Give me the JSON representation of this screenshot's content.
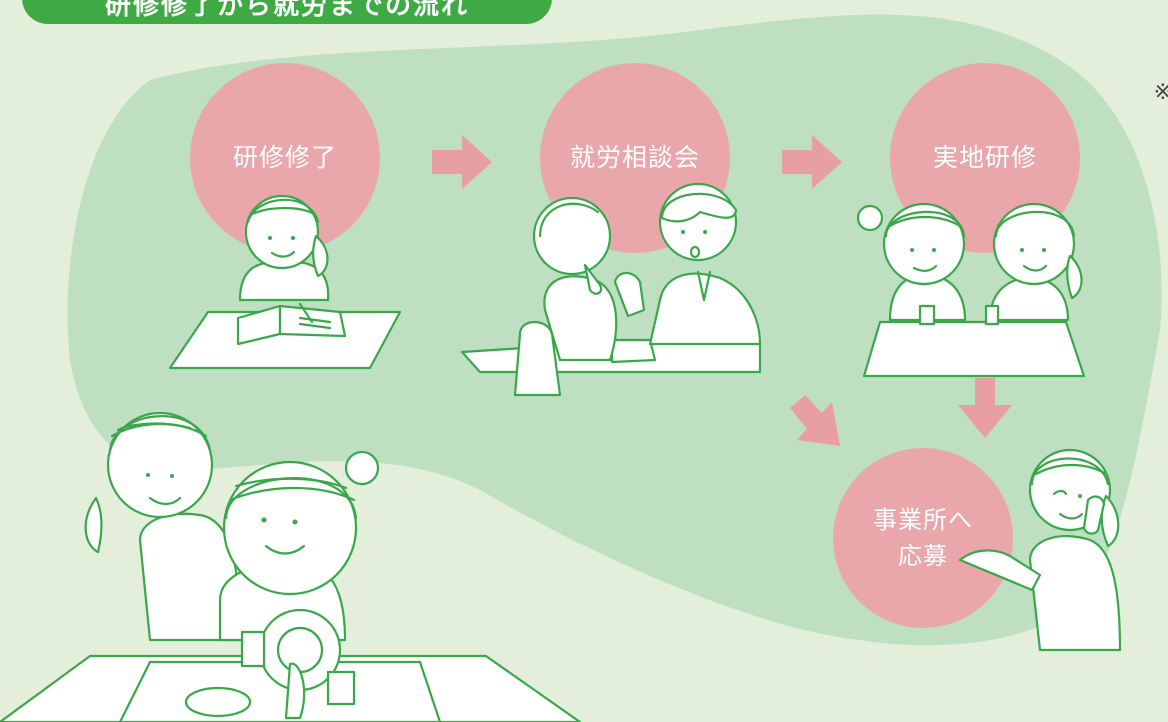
{
  "header": {
    "title": "研修修了から就労までの流れ"
  },
  "steps": [
    {
      "label": "研修修了"
    },
    {
      "label": "就労相談会"
    },
    {
      "label": "実地研修"
    },
    {
      "label_line1": "事業所へ",
      "label_line2": "応募"
    }
  ],
  "edge_mark": "※",
  "colors": {
    "background": "#e3eedb",
    "blob": "#bfdfc2",
    "banner": "#3daa44",
    "step_circle": "#e9a7ac",
    "arrow": "#e79ea5",
    "line_art": "#3aa84a"
  }
}
